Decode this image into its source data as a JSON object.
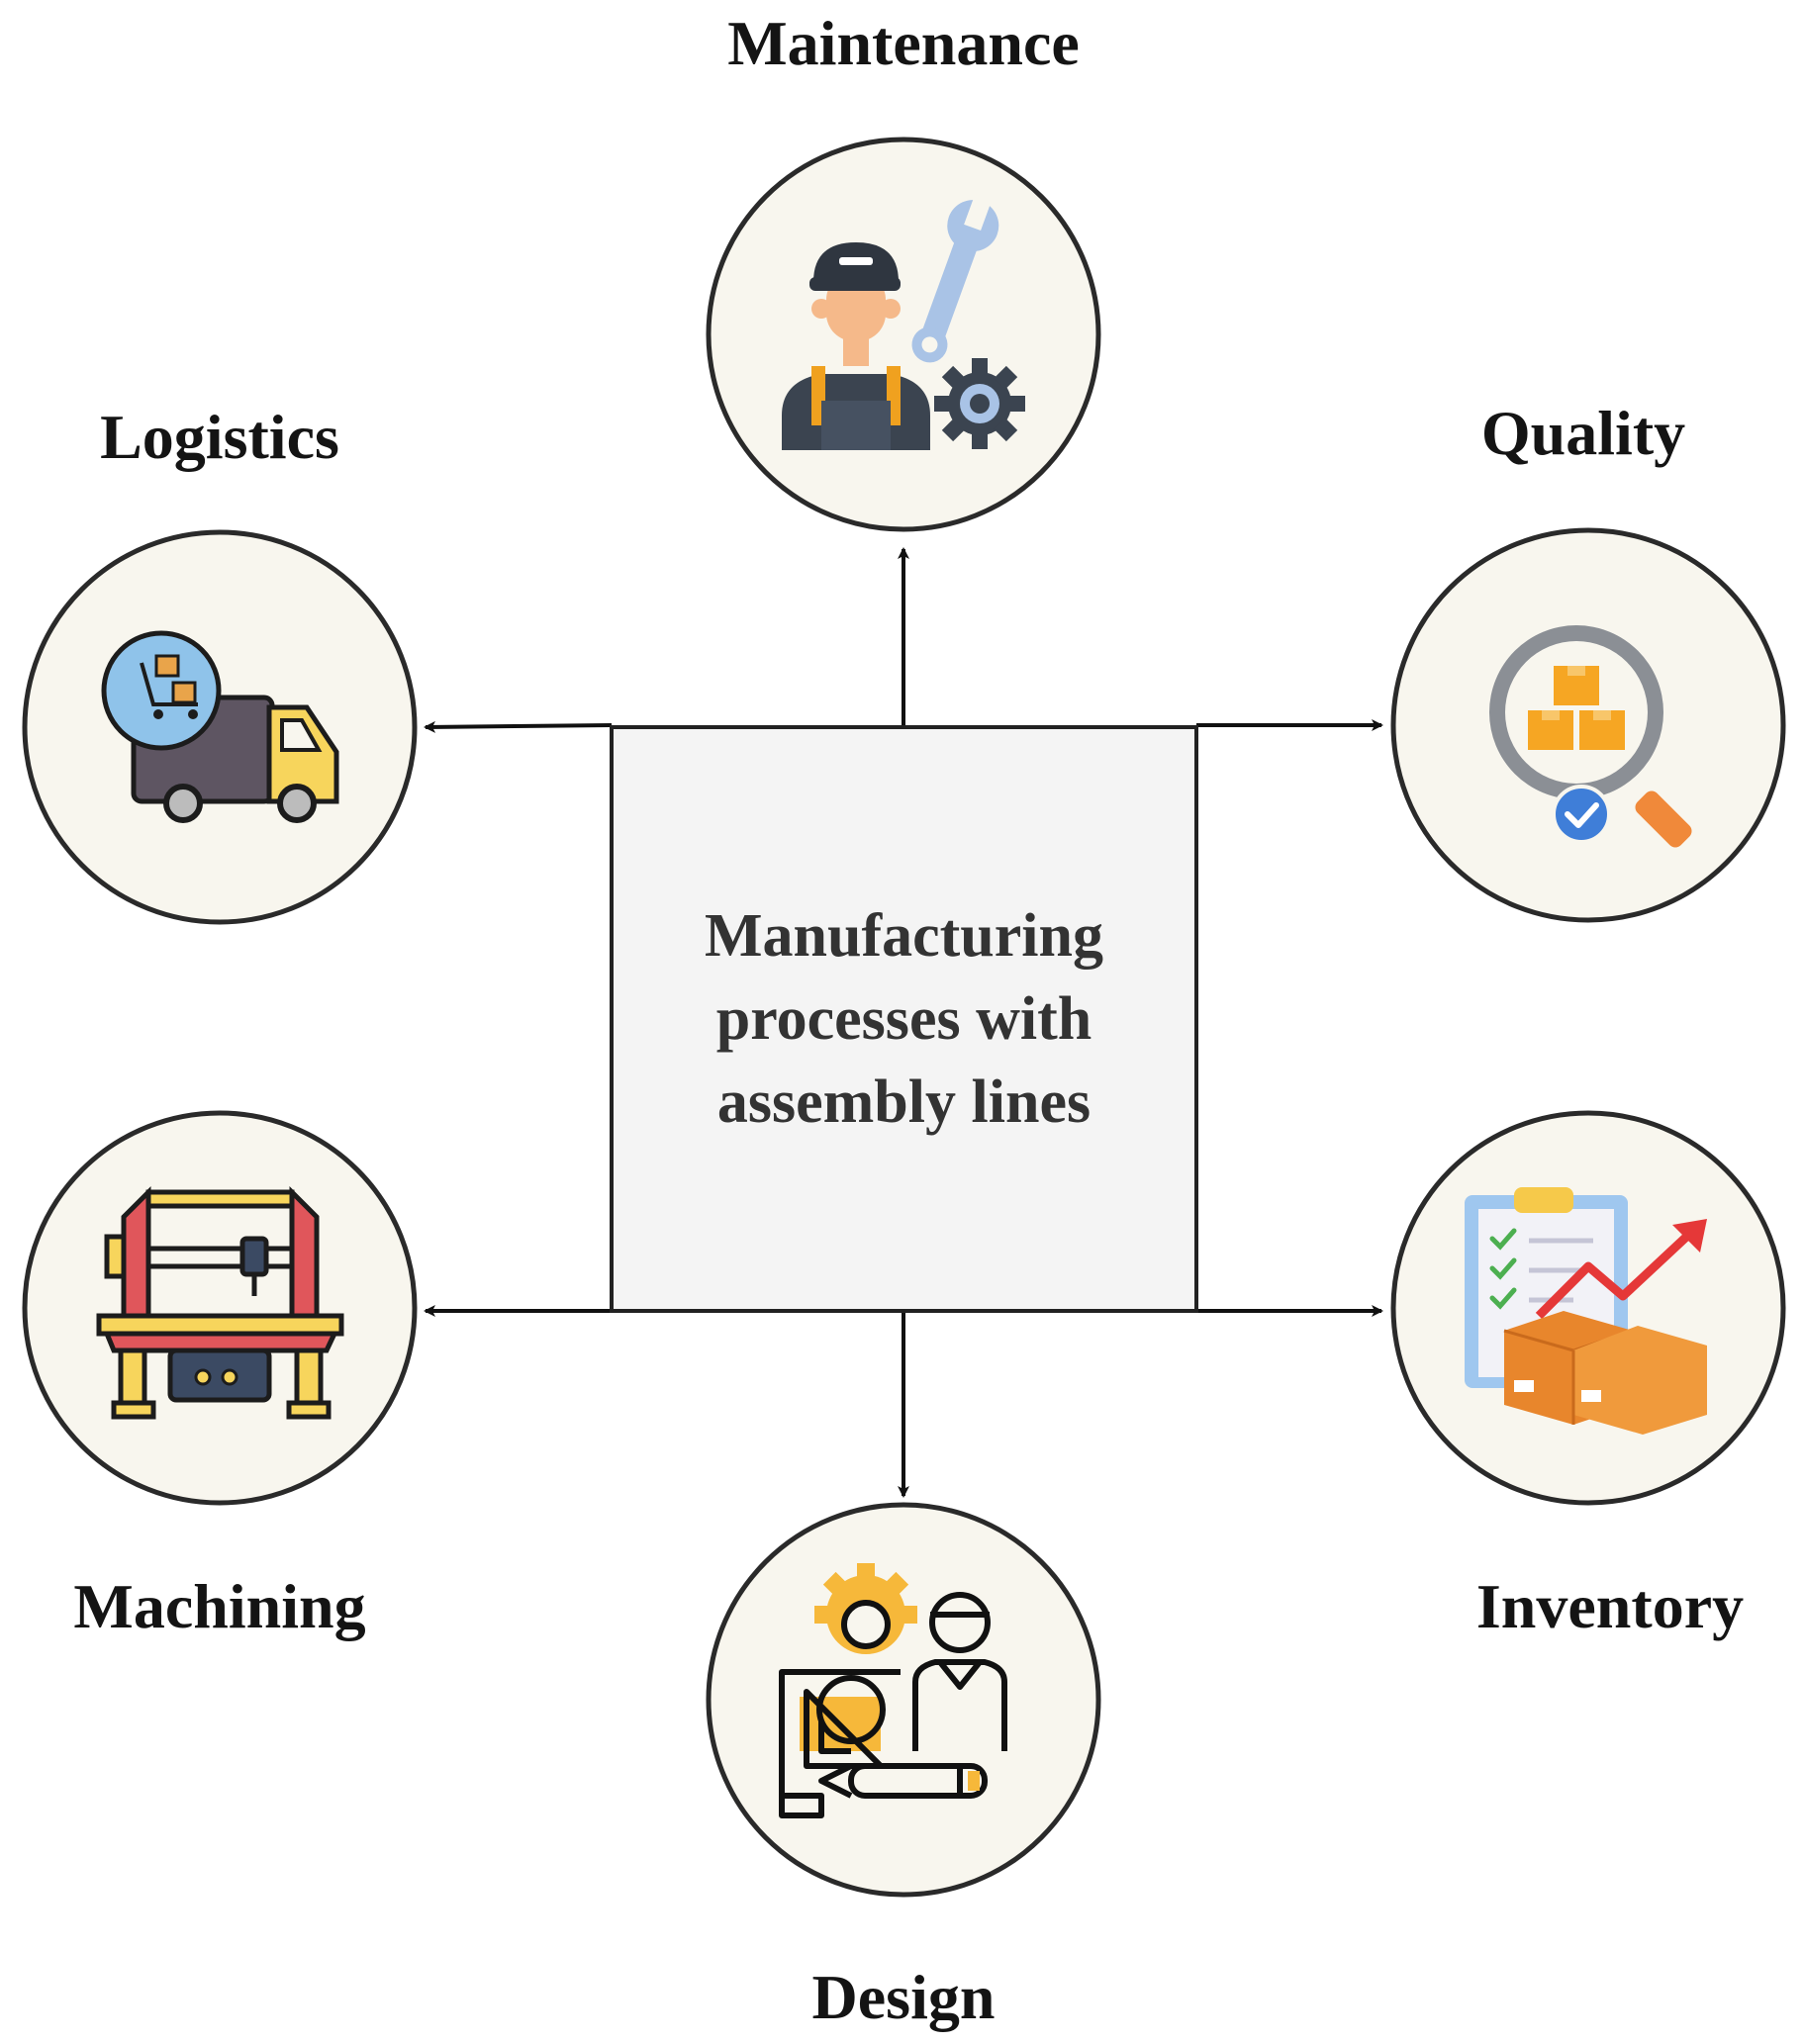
{
  "center": {
    "line1": "Manufacturing",
    "line2": "processes with",
    "line3": "assembly lines"
  },
  "nodes": {
    "maintenance": {
      "label": "Maintenance",
      "icon": "mechanic-wrench-gear-icon"
    },
    "logistics": {
      "label": "Logistics",
      "icon": "delivery-truck-icon"
    },
    "quality": {
      "label": "Quality",
      "icon": "magnifier-boxes-check-icon"
    },
    "machining": {
      "label": "Machining",
      "icon": "cnc-machine-icon"
    },
    "inventory": {
      "label": "Inventory",
      "icon": "clipboard-boxes-growth-icon"
    },
    "design": {
      "label": "Design",
      "icon": "engineer-blueprint-icon"
    }
  },
  "colors": {
    "circle_fill": "#f8f6ee",
    "center_fill": "#f4f4f4",
    "stroke": "#222222"
  }
}
